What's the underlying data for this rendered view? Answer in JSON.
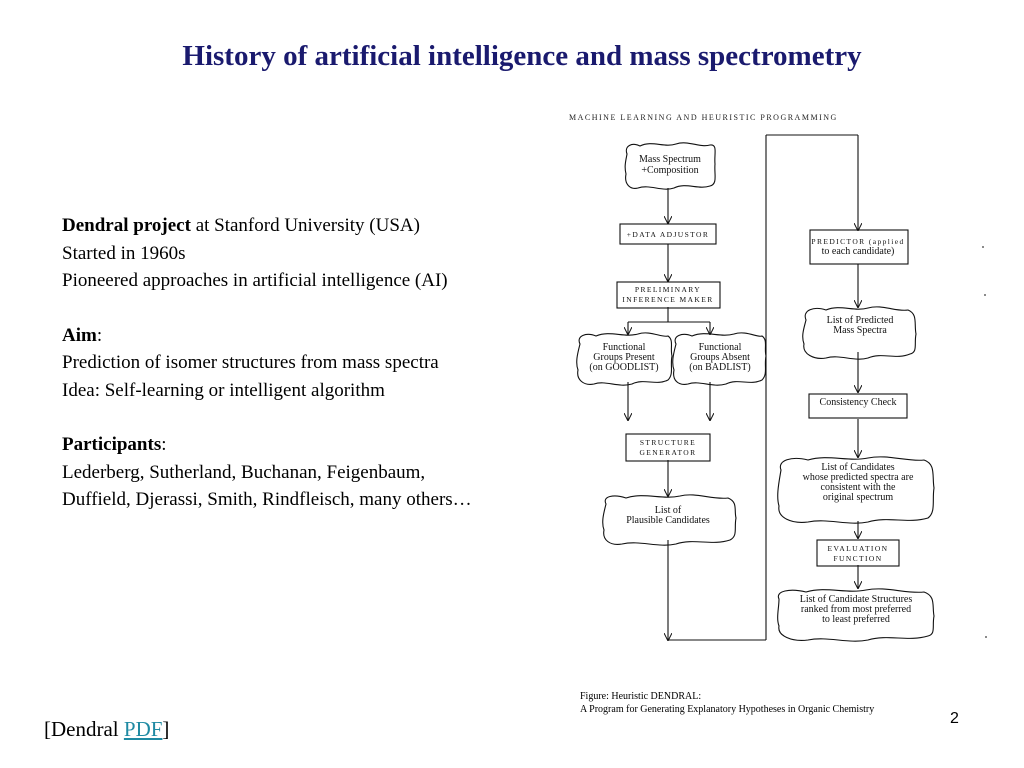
{
  "slide": {
    "title": "History of artificial intelligence and mass spectrometry",
    "page_number": "2"
  },
  "content": {
    "project_bold": "Dendral project",
    "project_rest": " at Stanford University (USA)",
    "started": "Started in 1960s",
    "pioneered": "Pioneered approaches in artificial intelligence (AI)",
    "aim_label": "Aim",
    "aim_colon": ":",
    "aim_line1": "Prediction of isomer structures from mass spectra",
    "aim_line2": "Idea: Self-learning or intelligent algorithm",
    "participants_label": "Participants",
    "participants_colon": ":",
    "participants_line1": "Lederberg, Sutherland, Buchanan, Feigenbaum,",
    "participants_line2": "Duffield, Djerassi, Smith, Rindfleisch, many others…"
  },
  "figure": {
    "header": "MACHINE LEARNING AND HEURISTIC PROGRAMMING",
    "mass_spectrum_1": "Mass Spectrum",
    "mass_spectrum_2": "+Composition",
    "data_adjustor": "+DATA ADJUSTOR",
    "preliminary_1": "PRELIMINARY",
    "preliminary_2": "INFERENCE MAKER",
    "present_1": "Functional",
    "present_2": "Groups Present",
    "present_3": "(on GOODLIST)",
    "absent_1": "Functional",
    "absent_2": "Groups Absent",
    "absent_3": "(on BADLIST)",
    "structure_1": "STRUCTURE",
    "structure_2": "GENERATOR",
    "plausible_1": "List of",
    "plausible_2": "Plausible Candidates",
    "predictor_1": "PREDICTOR (applied",
    "predictor_2": "to each candidate)",
    "predicted_1": "List of Predicted",
    "predicted_2": "Mass Spectra",
    "consistency": "Consistency Check",
    "candidates_1": "List of Candidates",
    "candidates_2": "whose predicted spectra are",
    "candidates_3": "consistent with the",
    "candidates_4": "original spectrum",
    "evaluation_1": "EVALUATION",
    "evaluation_2": "FUNCTION",
    "ranked_1": "List of Candidate Structures",
    "ranked_2": "ranked from most preferred",
    "ranked_3": "to least preferred"
  },
  "caption": {
    "line1": "Figure: Heuristic DENDRAL:",
    "line2": "A Program for Generating Explanatory Hypotheses in Organic Chemistry"
  },
  "citation": {
    "prefix": "[Dendral ",
    "link": "PDF",
    "suffix": "]"
  },
  "colors": {
    "title": "#1a1a6e",
    "link": "#1f8aa3"
  }
}
